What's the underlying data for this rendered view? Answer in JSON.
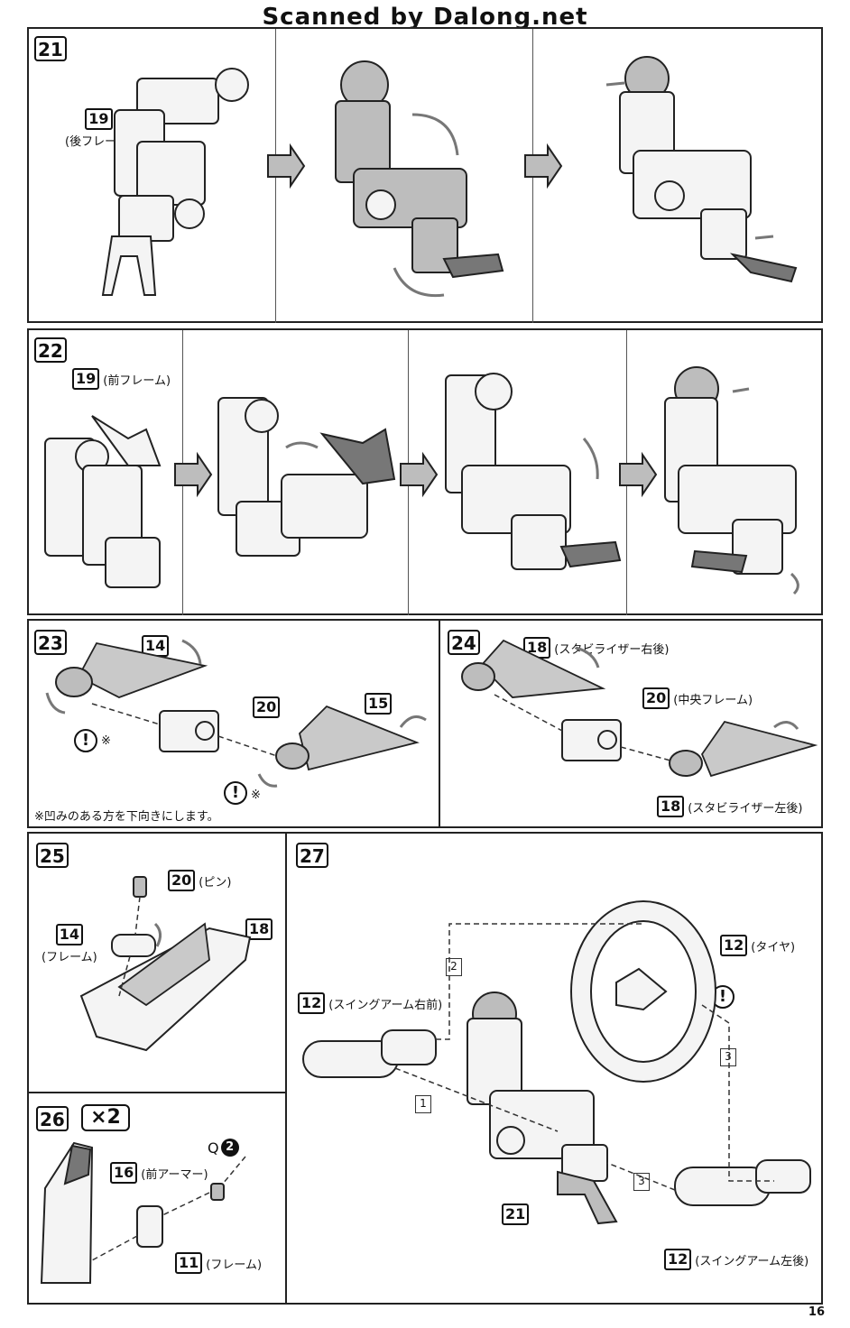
{
  "watermark": "Scanned by Dalong.net",
  "page_number": "16",
  "steps": {
    "s21": {
      "num": "21",
      "parts": [
        {
          "num": "19",
          "label": "(後フレーム)"
        }
      ]
    },
    "s22": {
      "num": "22",
      "parts": [
        {
          "num": "19",
          "label": "(前フレーム)"
        }
      ]
    },
    "s23": {
      "num": "23",
      "parts": [
        {
          "num": "14",
          "label": ""
        },
        {
          "num": "20",
          "label": ""
        },
        {
          "num": "15",
          "label": ""
        }
      ],
      "caution": "!",
      "mark": "※",
      "note": "※凹みのある方を下向きにします。"
    },
    "s24": {
      "num": "24",
      "parts": [
        {
          "num": "18",
          "label": "(スタビライザー右後)"
        },
        {
          "num": "20",
          "label": "(中央フレーム)"
        },
        {
          "num": "18",
          "label": "(スタビライザー左後)"
        }
      ]
    },
    "s25": {
      "num": "25",
      "parts": [
        {
          "num": "20",
          "label": "(ピン)"
        },
        {
          "num": "14",
          "label": "(フレーム)"
        },
        {
          "num": "18",
          "label": ""
        }
      ]
    },
    "s26": {
      "num": "26",
      "multiplier": "×2",
      "poly": "Q",
      "poly_num": "2",
      "parts": [
        {
          "num": "16",
          "label": "(前アーマー)"
        },
        {
          "num": "11",
          "label": "(フレーム)"
        }
      ]
    },
    "s27": {
      "num": "27",
      "caution": "!",
      "parts": [
        {
          "num": "12",
          "label": "(タイヤ)"
        },
        {
          "num": "12",
          "label": "(スイングアーム右前)"
        },
        {
          "num": "21",
          "label": ""
        },
        {
          "num": "12",
          "label": "(スイングアーム左後)"
        }
      ],
      "seq": [
        "1",
        "2",
        "3",
        "3"
      ]
    }
  }
}
